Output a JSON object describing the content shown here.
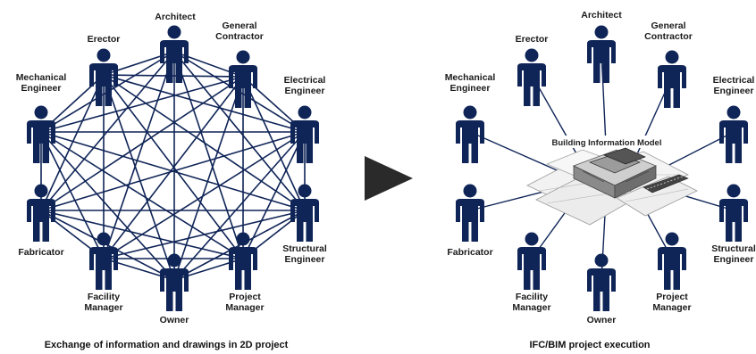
{
  "colors": {
    "person": "#0f2457",
    "line": "#0f2457",
    "arrow": "#2a2a2a",
    "text": "#1a1a1a"
  },
  "left_panel": {
    "caption": "Exchange of information and drawings in 2D project",
    "nodes": [
      {
        "id": "architect",
        "label": [
          "Architect"
        ]
      },
      {
        "id": "general-contractor",
        "label": [
          "General",
          "Contractor"
        ]
      },
      {
        "id": "electrical-engineer",
        "label": [
          "Electrical",
          "Engineer"
        ]
      },
      {
        "id": "structural-engineer",
        "label": [
          "Structural",
          "Engineer"
        ]
      },
      {
        "id": "project-manager",
        "label": [
          "Project",
          "Manager"
        ]
      },
      {
        "id": "owner",
        "label": [
          "Owner"
        ]
      },
      {
        "id": "facility-manager",
        "label": [
          "Facility",
          "Manager"
        ]
      },
      {
        "id": "fabricator",
        "label": [
          "Fabricator"
        ]
      },
      {
        "id": "mechanical-engineer",
        "label": [
          "Mechanical",
          "Engineer"
        ]
      },
      {
        "id": "erector",
        "label": [
          "Erector"
        ]
      }
    ]
  },
  "arrow": {
    "icon": "play-triangle-icon"
  },
  "right_panel": {
    "caption": "IFC/BIM project execution",
    "center_title": "Building Information Model",
    "nodes": [
      {
        "id": "architect",
        "label": [
          "Architect"
        ]
      },
      {
        "id": "general-contractor",
        "label": [
          "General",
          "Contractor"
        ]
      },
      {
        "id": "electrical-engineer",
        "label": [
          "Electrical",
          "Engineer"
        ]
      },
      {
        "id": "structural-engineer",
        "label": [
          "Structural",
          "Engineer"
        ]
      },
      {
        "id": "project-manager",
        "label": [
          "Project",
          "Manager"
        ]
      },
      {
        "id": "owner",
        "label": [
          "Owner"
        ]
      },
      {
        "id": "facility-manager",
        "label": [
          "Facility",
          "Manager"
        ]
      },
      {
        "id": "fabricator",
        "label": [
          "Fabricator"
        ]
      },
      {
        "id": "mechanical-engineer",
        "label": [
          "Mechanical",
          "Engineer"
        ]
      },
      {
        "id": "erector",
        "label": [
          "Erector"
        ]
      }
    ]
  }
}
